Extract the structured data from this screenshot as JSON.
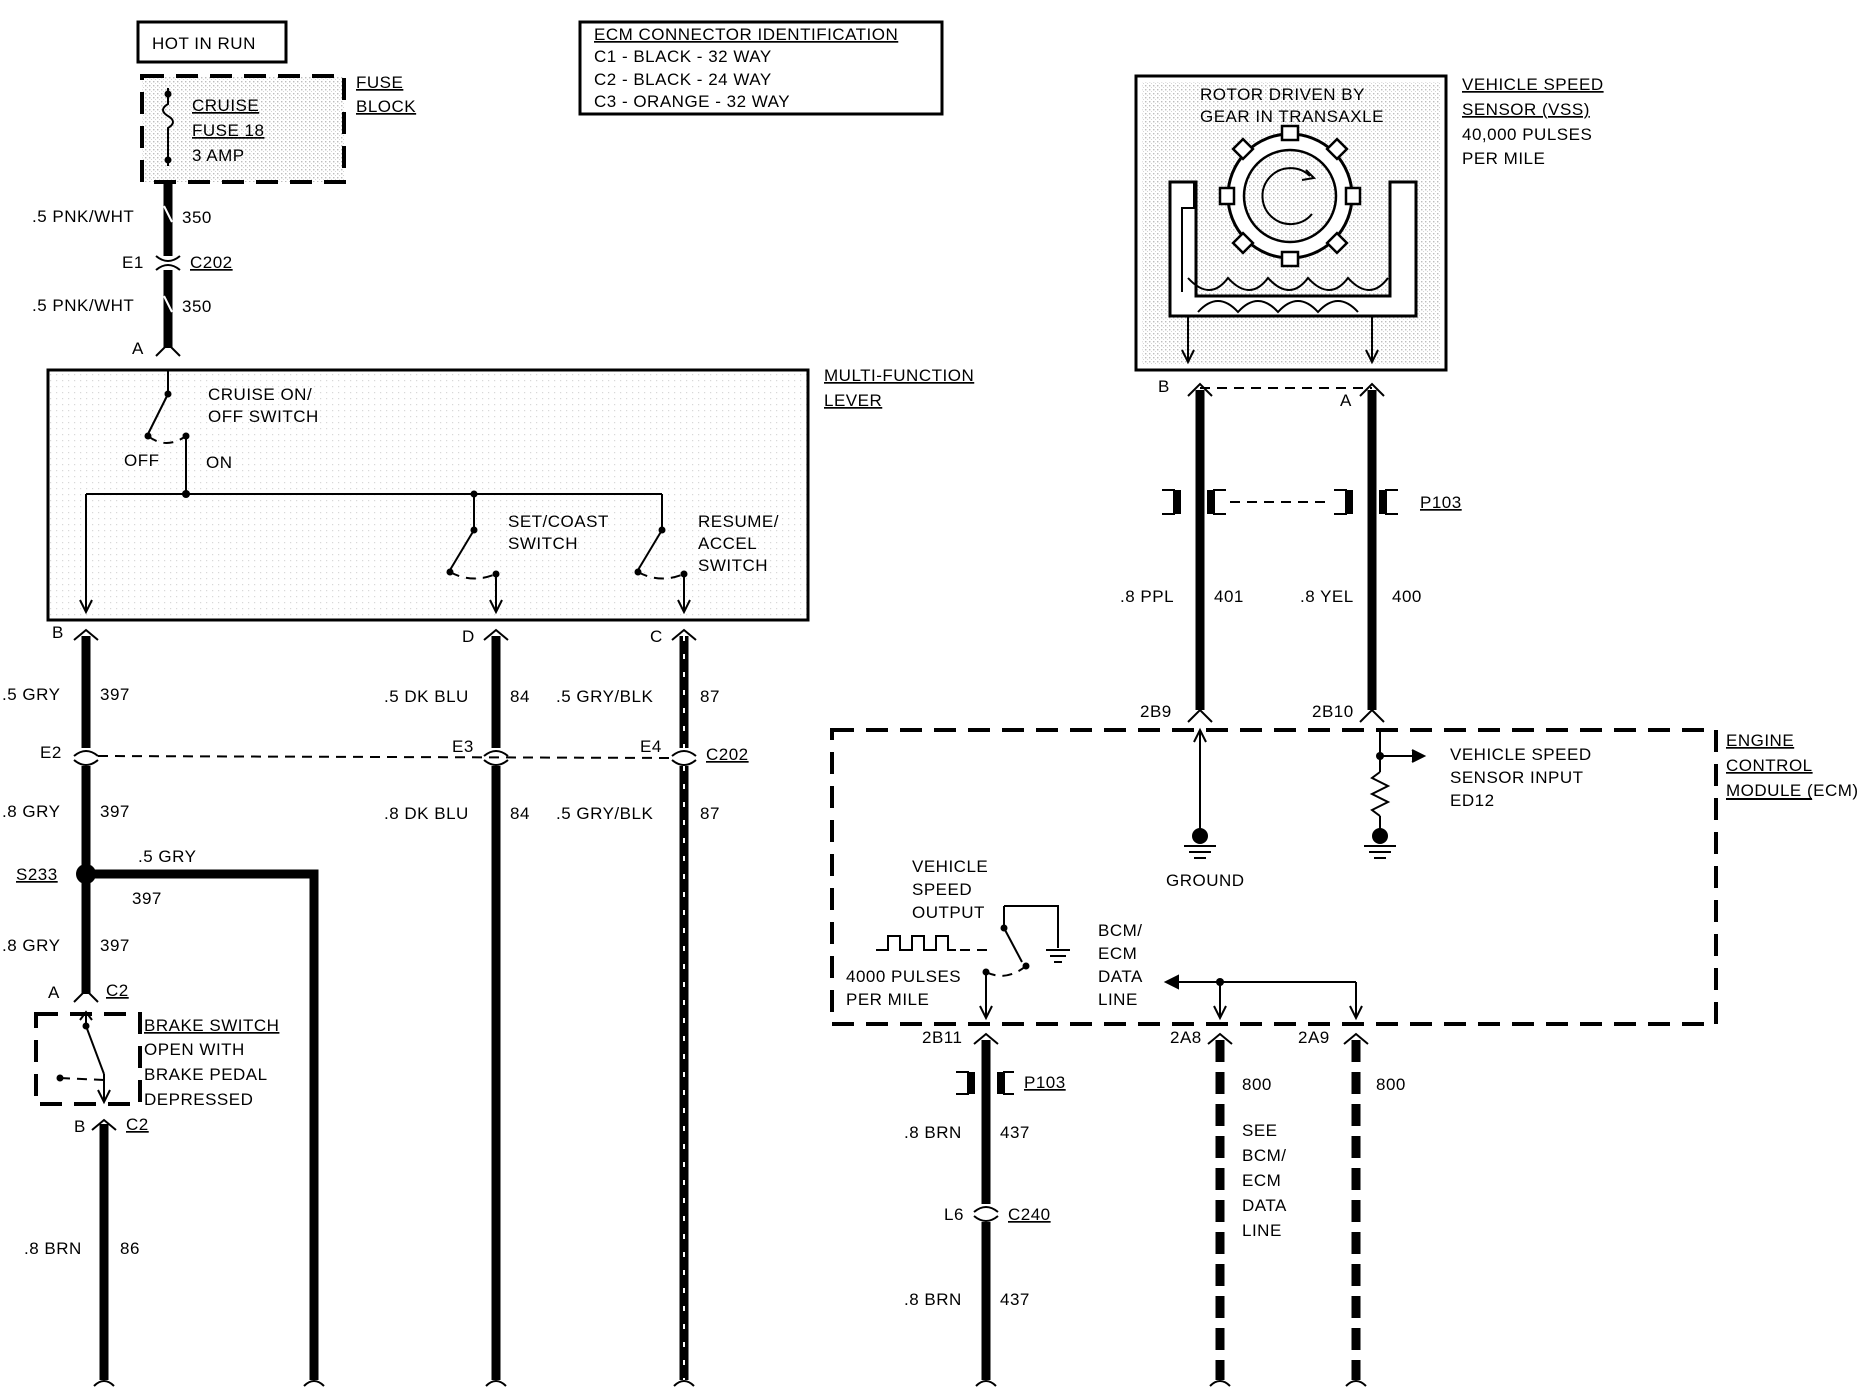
{
  "power": {
    "hot_in_run": "HOT IN RUN",
    "fuse_block": [
      "FUSE",
      "BLOCK"
    ],
    "fuse": [
      "CRUISE",
      "FUSE 18",
      "3 AMP"
    ]
  },
  "ecm_connectors": {
    "title": "ECM CONNECTOR IDENTIFICATION",
    "rows": [
      "C1 - BLACK - 32 WAY",
      "C2 - BLACK - 24 WAY",
      "C3 - ORANGE - 32 WAY"
    ]
  },
  "feed_wires": {
    "upper_color": ".5 PNK/WHT",
    "upper_circuit": "350",
    "connector_pin": "E1",
    "connector": "C202",
    "lower_color": ".5 PNK/WHT",
    "lower_circuit": "350",
    "lever_pin": "A"
  },
  "lever": {
    "title": [
      "MULTI-FUNCTION",
      "LEVER"
    ],
    "onoff_switch": [
      "CRUISE ON/",
      "OFF SWITCH"
    ],
    "off": "OFF",
    "on": "ON",
    "set_coast": [
      "SET/COAST",
      "SWITCH"
    ],
    "resume_accel": [
      "RESUME/",
      "ACCEL",
      "SWITCH"
    ],
    "pin_b": "B",
    "pin_d": "D",
    "pin_c": "C"
  },
  "left_wires": {
    "b_color": ".5 GRY",
    "b_circuit": "397",
    "d_color": ".5 DK BLU",
    "d_circuit": "84",
    "c_color": ".5 GRY/BLK",
    "c_circuit": "87",
    "e2": "E2",
    "e3": "E3",
    "e4": "E4",
    "c202": "C202",
    "b2_color": ".8 GRY",
    "b2_circuit": "397",
    "d2_color": ".8 DK BLU",
    "d2_circuit": "84",
    "c2_color": ".5 GRY/BLK",
    "c2_circuit": "87",
    "splice": "S233",
    "splice_branch_color": ".5 GRY",
    "splice_branch_circuit": "397",
    "b3_color": ".8 GRY",
    "b3_circuit": "397"
  },
  "brake": {
    "pin_a": "A",
    "conn_a": "C2",
    "label": [
      "BRAKE SWITCH",
      "OPEN WITH",
      "BRAKE PEDAL",
      "DEPRESSED"
    ],
    "pin_b": "B",
    "conn_b": "C2",
    "out_color": ".8 BRN",
    "out_circuit": "86"
  },
  "vss": {
    "rotor": [
      "ROTOR DRIVEN BY",
      "GEAR IN TRANSAXLE"
    ],
    "title": [
      "VEHICLE SPEED",
      "SENSOR (VSS)",
      "40,000 PULSES",
      "PER MILE"
    ],
    "pin_b": "B",
    "pin_a": "A",
    "connector": "P103",
    "ppl_color": ".8 PPL",
    "ppl_circuit": "401",
    "yel_color": ".8 YEL",
    "yel_circuit": "400",
    "ecm_pin_1": "2B9",
    "ecm_pin_2": "2B10"
  },
  "ecm": {
    "title": [
      "ENGINE",
      "CONTROL",
      "MODULE (ECM)"
    ],
    "vss_input": [
      "VEHICLE SPEED",
      "SENSOR INPUT",
      "ED12"
    ],
    "ground": "GROUND",
    "vs_output": [
      "VEHICLE",
      "SPEED",
      "OUTPUT"
    ],
    "pulses": [
      "4000 PULSES",
      "PER MILE"
    ],
    "data_line": [
      "BCM/",
      "ECM",
      "DATA",
      "LINE"
    ],
    "pin_2b11": "2B11",
    "pin_2a8": "2A8",
    "pin_2a9": "2A9"
  },
  "bottom_wires": {
    "p103": "P103",
    "brn_color": ".8 BRN",
    "brn_circuit": "437",
    "l6": "L6",
    "c240": "C240",
    "brn2_color": ".8 BRN",
    "brn2_circuit": "437",
    "data_circuit_1": "800",
    "data_circuit_2": "800",
    "see": [
      "SEE",
      "BCM/",
      "ECM",
      "DATA",
      "LINE"
    ]
  }
}
